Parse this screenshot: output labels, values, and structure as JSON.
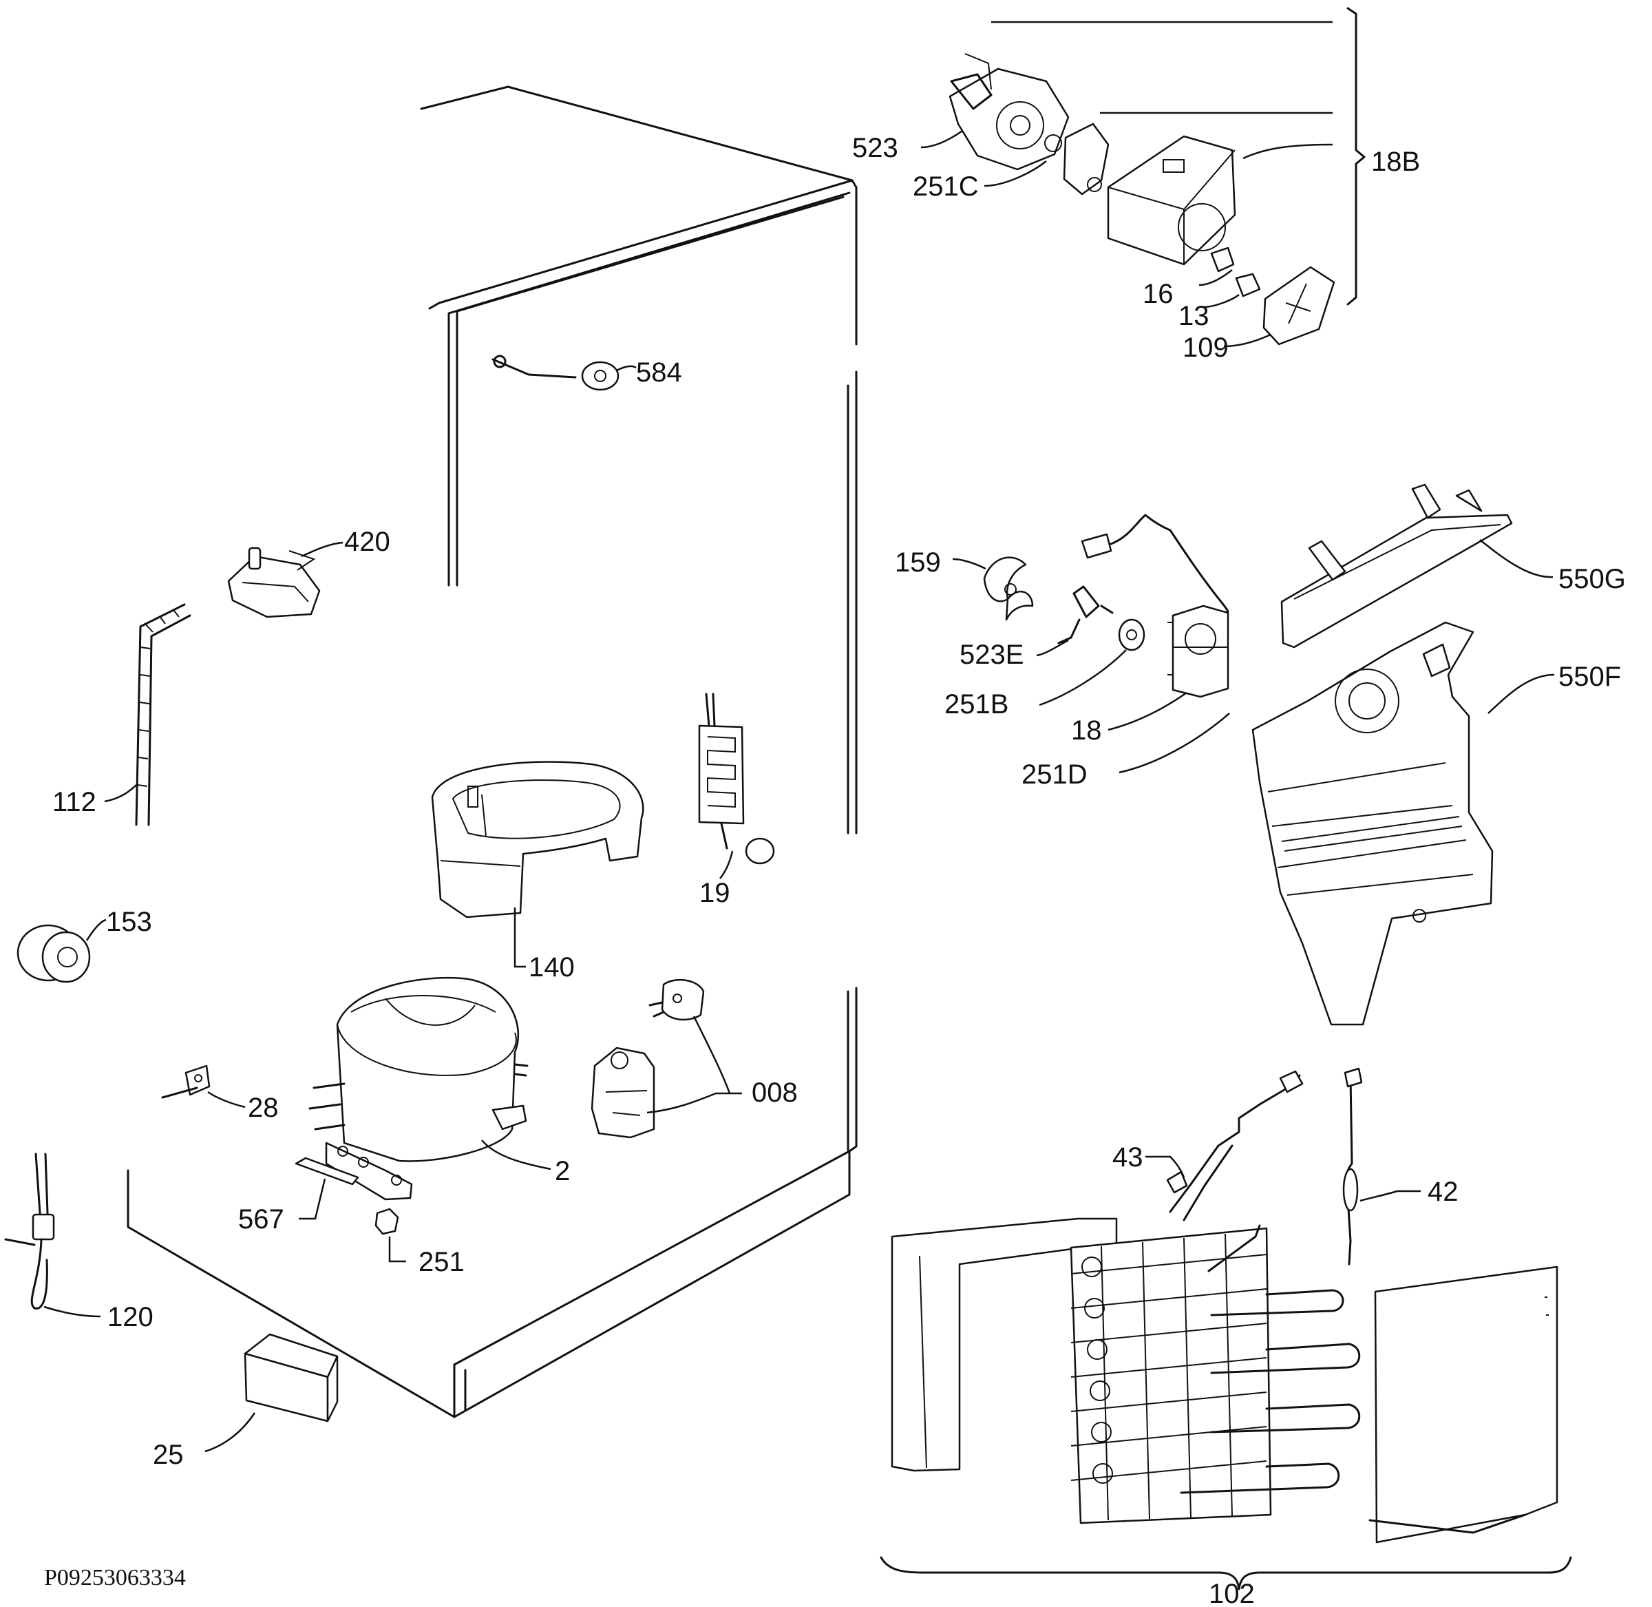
{
  "colors": {
    "ink": "#111111",
    "paper": "#ffffff"
  },
  "reference": "P09253063334",
  "labels": {
    "l523": "523",
    "l251C": "251C",
    "l16": "16",
    "l13": "13",
    "l109": "109",
    "l18B": "18B",
    "l584": "584",
    "l420": "420",
    "l112": "112",
    "l153": "153",
    "l140": "140",
    "l19": "19",
    "l28": "28",
    "l008": "008",
    "l2": "2",
    "l567": "567",
    "l251": "251",
    "l120": "120",
    "l25": "25",
    "l159": "159",
    "l523E": "523E",
    "l251B": "251B",
    "l18": "18",
    "l251D": "251D",
    "l550G": "550G",
    "l550F": "550F",
    "l43": "43",
    "l42": "42",
    "l102": "102"
  }
}
